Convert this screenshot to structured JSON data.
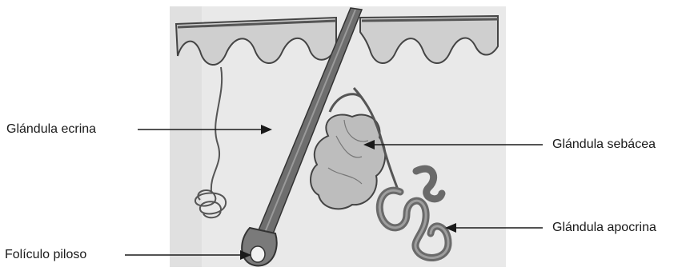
{
  "labels": {
    "eccrine": "Glándula ecrina",
    "sebaceous": "Glándula sebácea",
    "apocrine": "Glándula apocrina",
    "follicle": "Folículo piloso"
  },
  "colors": {
    "background": "#ffffff",
    "illustration_bg": "#e9e9e9",
    "epidermis": "#cfcfcf",
    "hair_shaft": "#6e6e6e",
    "gland": "#bdbdbd",
    "apocrine_coil": "#8a8a8a",
    "line": "#1a1a1a"
  }
}
